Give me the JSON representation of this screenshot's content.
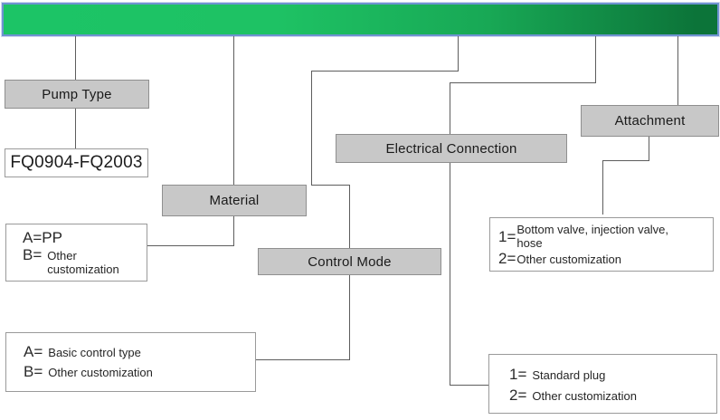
{
  "colors": {
    "bar_gradient_start": "#1cc466",
    "bar_gradient_end": "#0c7439",
    "bar_border": "#6f92d1",
    "label_box_fill": "#c8c8c8",
    "label_box_border": "#8f8f8f",
    "value_box_border": "#9a9a9a",
    "connector": "#5d5d5d",
    "text": "#1c1c1c"
  },
  "categories": {
    "pump_type": {
      "label": "Pump Type",
      "value": "FQ0904-FQ2003"
    },
    "material": {
      "label": "Material",
      "options": [
        {
          "code": "A=",
          "desc": "PP"
        },
        {
          "code": "B=",
          "desc": "Other customization"
        }
      ]
    },
    "control_mode": {
      "label": "Control Mode",
      "options": [
        {
          "code": "A=",
          "desc": "Basic control type"
        },
        {
          "code": "B=",
          "desc": "Other customization"
        }
      ]
    },
    "electrical_connection": {
      "label": "Electrical Connection",
      "options": [
        {
          "code": "1=",
          "desc": "Standard plug"
        },
        {
          "code": "2=",
          "desc": "Other customization"
        }
      ]
    },
    "attachment": {
      "label": "Attachment",
      "options": [
        {
          "code": "1=",
          "desc": "Bottom valve, injection valve, hose"
        },
        {
          "code": "2=",
          "desc": "Other customization"
        }
      ]
    }
  }
}
